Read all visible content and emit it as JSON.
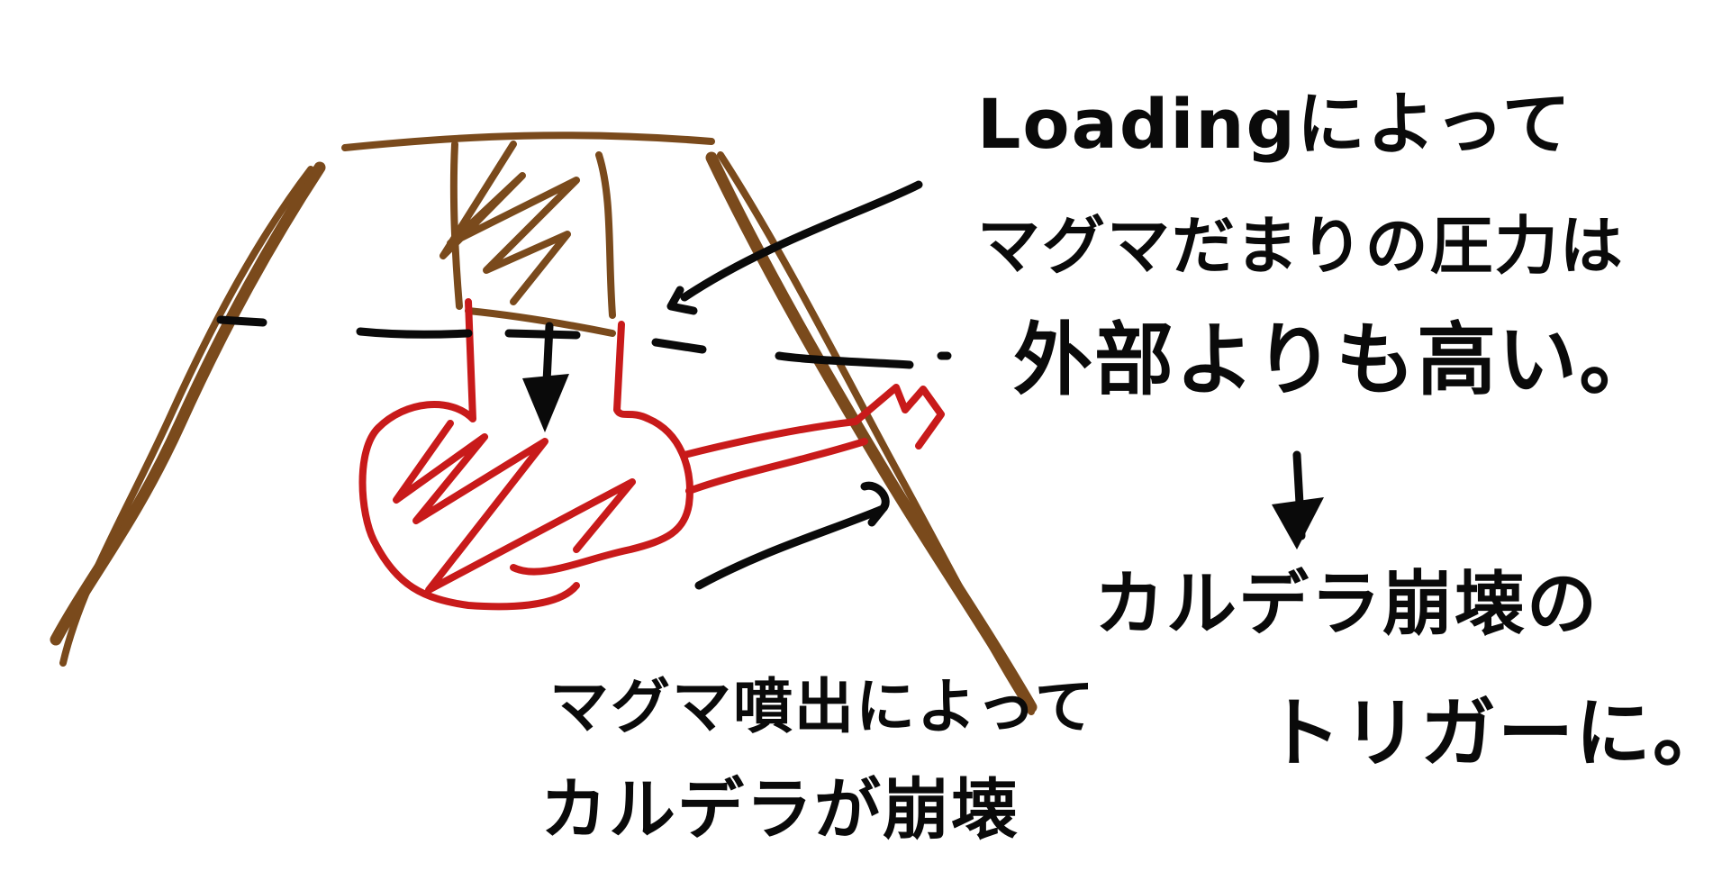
{
  "notes": {
    "mechanism": {
      "line1": "Loadingによって",
      "line2": "マグマだまりの圧力は",
      "line3": "外部よりも高い。"
    },
    "trigger": {
      "line1": "カルデラ崩壊の",
      "line2": "トリガーに。"
    },
    "eruption": {
      "line1": "マグマ噴出によって",
      "line2": "カルデラが崩壊"
    }
  },
  "colors": {
    "volcano_outline": "#7a4a1c",
    "magma_chamber": "#c81a1a",
    "annotation_ink": "#0a0a0a",
    "background": "#ffffff"
  },
  "icons": {
    "pressure_arrow": "down-arrow",
    "result_arrow": "down-arrow",
    "callout_arrows": "curved-arrow"
  }
}
